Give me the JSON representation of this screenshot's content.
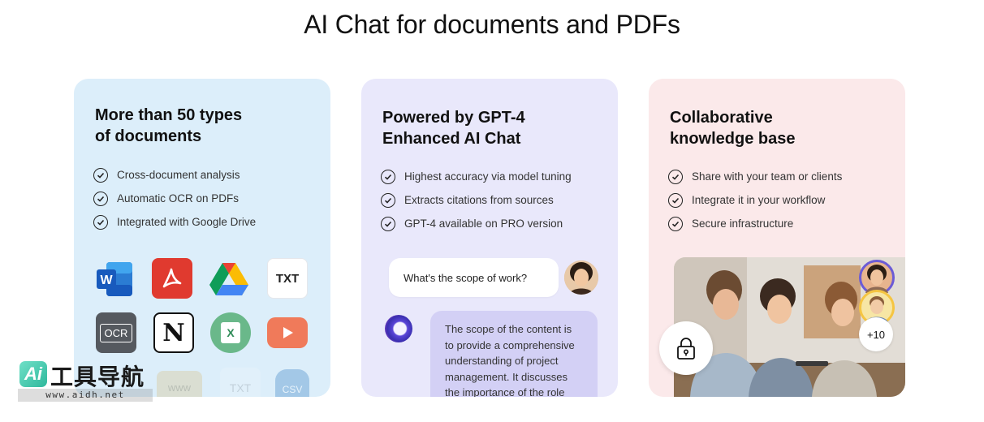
{
  "page": {
    "title": "AI Chat for documents and PDFs"
  },
  "cards": [
    {
      "title_line1": "More than 50 types",
      "title_line2": "of documents",
      "features": [
        "Cross-document analysis",
        "Automatic OCR on PDFs",
        "Integrated with Google Drive"
      ],
      "icons": {
        "word": "W",
        "txt": "TXT",
        "ocr": "OCR",
        "notion": "N",
        "excel": "X",
        "www": "www",
        "txt_faded": "TXT",
        "csv": "CSV"
      }
    },
    {
      "title_line1": "Powered by GPT-4",
      "title_line2": "Enhanced AI Chat",
      "features": [
        "Highest accuracy via model tuning",
        "Extracts citations from sources",
        "GPT-4 available on PRO version"
      ],
      "chat": {
        "user_message": "What's the scope of work?",
        "bot_message": "The scope of the content is to provide a comprehensive understanding of project management. It discusses the importance of the role"
      }
    },
    {
      "title_line1": "Collaborative",
      "title_line2": "knowledge base",
      "features": [
        "Share with your team or clients",
        "Integrate it in your workflow",
        "Secure infrastructure"
      ],
      "extra_members": "+10"
    }
  ],
  "watermark": {
    "logo": "Ai",
    "name": "工具导航",
    "url": "www.aidh.net"
  },
  "colors": {
    "card1_bg": "#dceefa",
    "card2_bg": "#e9e8fb",
    "card3_bg": "#fbe9ea",
    "bot_bubble": "#d3d0f5"
  }
}
